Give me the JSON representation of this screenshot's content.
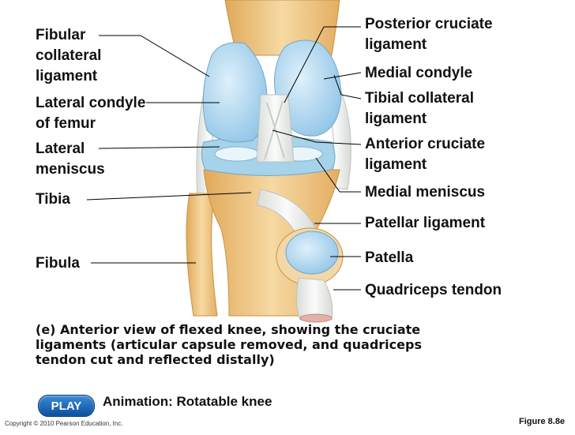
{
  "labels": {
    "fibular_collateral": "Fibular\ncollateral\nligament",
    "lateral_condyle": "Lateral condyle\nof femur",
    "lateral_meniscus": "Lateral\nmeniscus",
    "tibia": "Tibia",
    "fibula": "Fibula",
    "posterior_cruciate": "Posterior cruciate\nligament",
    "medial_condyle": "Medial condyle",
    "tibial_collateral": "Tibial collateral\nligament",
    "anterior_cruciate": "Anterior cruciate\nligament",
    "medial_meniscus": "Medial meniscus",
    "patellar_ligament": "Patellar ligament",
    "patella": "Patella",
    "quadriceps_tendon": "Quadriceps tendon"
  },
  "caption": "(e) Anterior view of flexed knee, showing the cruciate\nligaments (articular capsule removed, and quadriceps\ntendon cut and reflected distally)",
  "controls": {
    "play_label": "PLAY",
    "animation_label": "Animation: Rotatable knee"
  },
  "footer": {
    "copyright": "Copyright © 2010 Pearson Education, Inc.",
    "figure": "Figure 8.8e"
  },
  "colors": {
    "bone": "#f0c98a",
    "cartilage": "#a9d6f0",
    "ligament": "#eef0ee",
    "leader": "#000000"
  }
}
